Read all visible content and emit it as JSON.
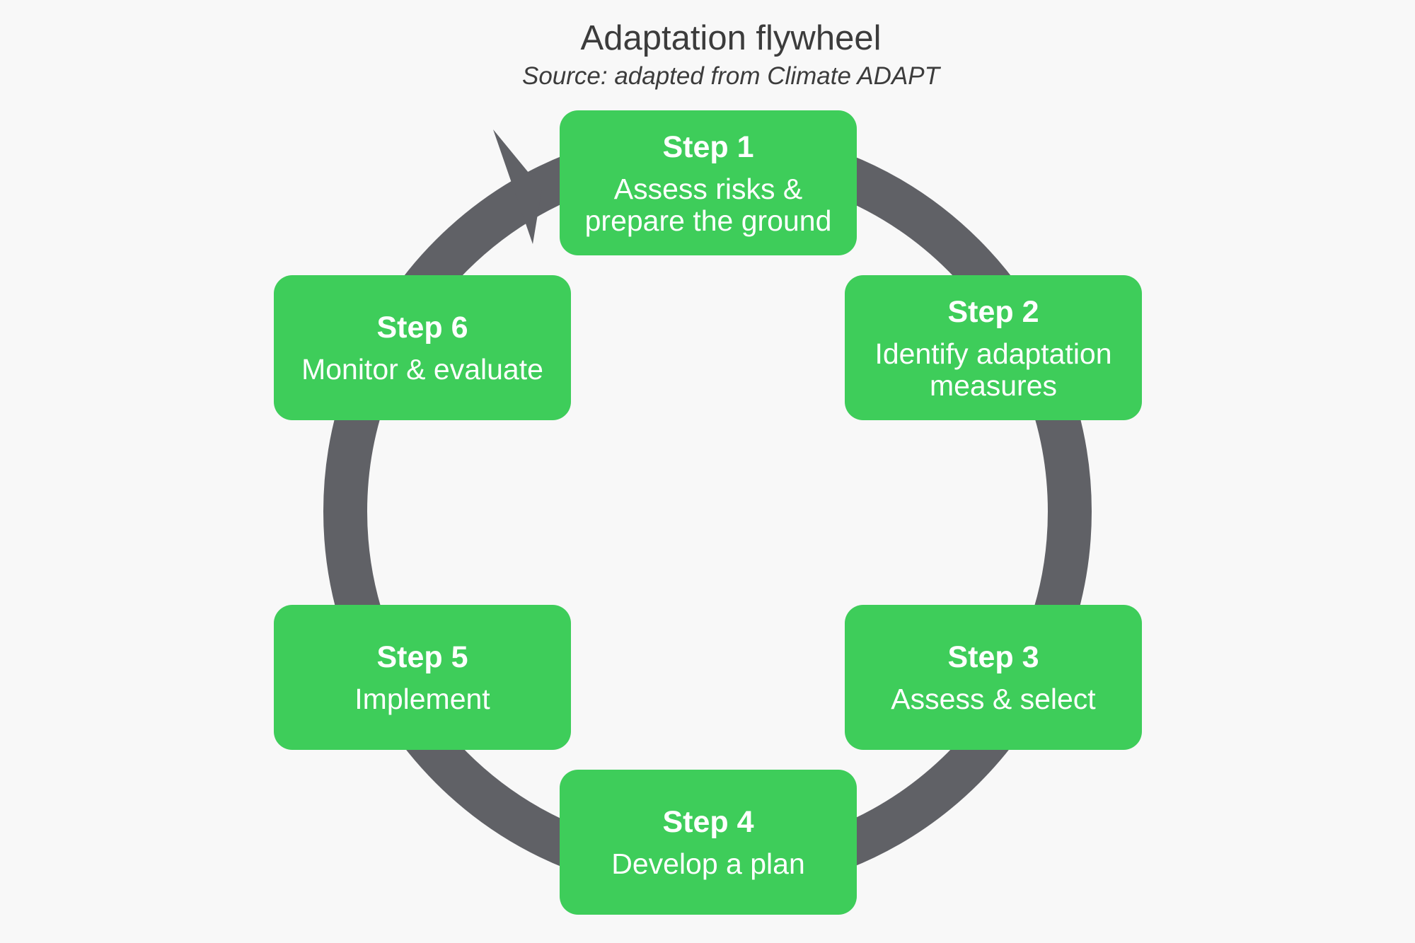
{
  "title": "Adaptation flywheel",
  "subtitle": "Source: adapted from Climate ADAPT",
  "colors": {
    "step_fill": "#3ecd5a",
    "ring": "#606166",
    "background": "#f8f8f8"
  },
  "steps": [
    {
      "label": "Step 1",
      "description": "Assess risks & prepare the ground"
    },
    {
      "label": "Step 2",
      "description": "Identify adaptation measures"
    },
    {
      "label": "Step 3",
      "description": "Assess & select"
    },
    {
      "label": "Step 4",
      "description": "Develop a plan"
    },
    {
      "label": "Step 5",
      "description": "Implement"
    },
    {
      "label": "Step 6",
      "description": "Monitor & evaluate"
    }
  ],
  "cycle_direction": "clockwise"
}
